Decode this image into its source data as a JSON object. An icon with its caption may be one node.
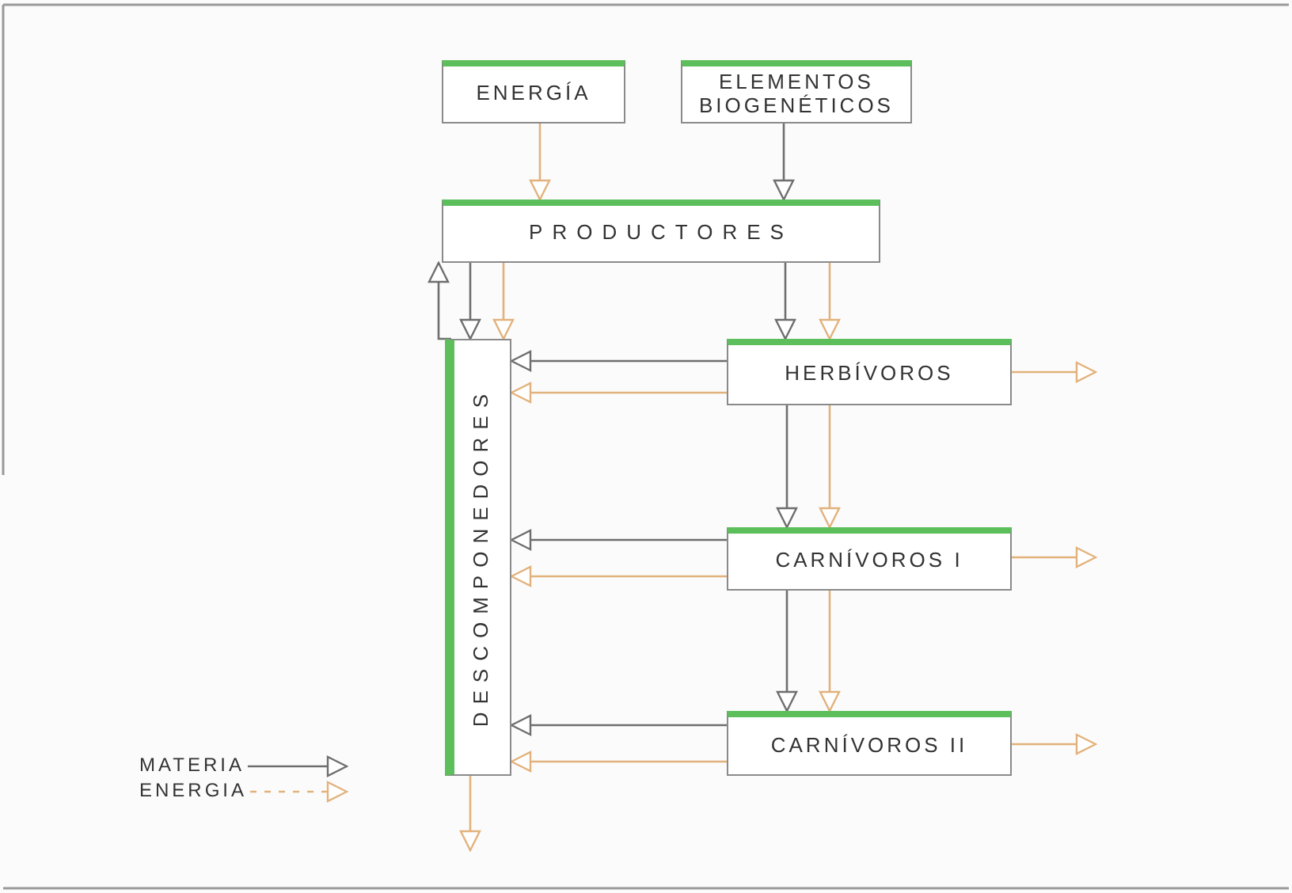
{
  "diagram": {
    "nodes": [
      {
        "text": [
          "ENERGÍA"
        ]
      },
      {
        "text": [
          "ELEMENTOS BIOGENÉTICOS"
        ]
      },
      {
        "text": [
          "PRODUCTORES"
        ]
      },
      {
        "text": [
          "DESCOMPONEDORES"
        ]
      },
      {
        "text": [
          "HERBÍVOROS"
        ]
      },
      {
        "text": [
          "CARNÍVOROS I"
        ]
      },
      {
        "text": [
          "CARNÍVOROS II"
        ]
      }
    ],
    "edges": [
      {
        "from": 0,
        "to": 2,
        "arrow": "to"
      },
      {
        "from": 1,
        "to": 2,
        "arrow": "to",
        "color": "#6e6e6e"
      },
      {
        "from": 2,
        "to": 3,
        "arrow": "to",
        "color": "#6e6e6e"
      },
      {
        "from": 2,
        "to": 3,
        "arrow": "to"
      },
      {
        "from": 3,
        "to": 2,
        "arrow": "to",
        "color": "#6e6e6e"
      },
      {
        "from": 2,
        "to": 4,
        "arrow": "to",
        "color": "#6e6e6e"
      },
      {
        "from": 2,
        "to": 4,
        "arrow": "to"
      },
      {
        "from": 4,
        "to": 3,
        "arrow": "to",
        "color": "#6e6e6e"
      },
      {
        "from": 4,
        "to": 3,
        "arrow": "to"
      },
      {
        "from": 4,
        "to": 5,
        "arrow": "to",
        "color": "#6e6e6e"
      },
      {
        "from": 4,
        "to": 5,
        "arrow": "to"
      },
      {
        "from": 5,
        "to": 3,
        "arrow": "to",
        "color": "#6e6e6e"
      },
      {
        "from": 5,
        "to": 3,
        "arrow": "to"
      },
      {
        "from": 5,
        "to": 6,
        "arrow": "to",
        "color": "#6e6e6e"
      },
      {
        "from": 5,
        "to": 6,
        "arrow": "to"
      },
      {
        "from": 6,
        "to": 3,
        "arrow": "to",
        "color": "#6e6e6e"
      },
      {
        "from": 6,
        "to": 3,
        "arrow": "to"
      },
      {
        "from": 4,
        "to": null,
        "arrow": "to"
      },
      {
        "from": 5,
        "to": null,
        "arrow": "to"
      },
      {
        "from": 6,
        "to": null,
        "arrow": "to"
      },
      {
        "from": 3,
        "to": null,
        "arrow": "to"
      }
    ],
    "legend": [
      {
        "text": "MATERIA"
      },
      {
        "text": "ENERGIA"
      }
    ]
  }
}
